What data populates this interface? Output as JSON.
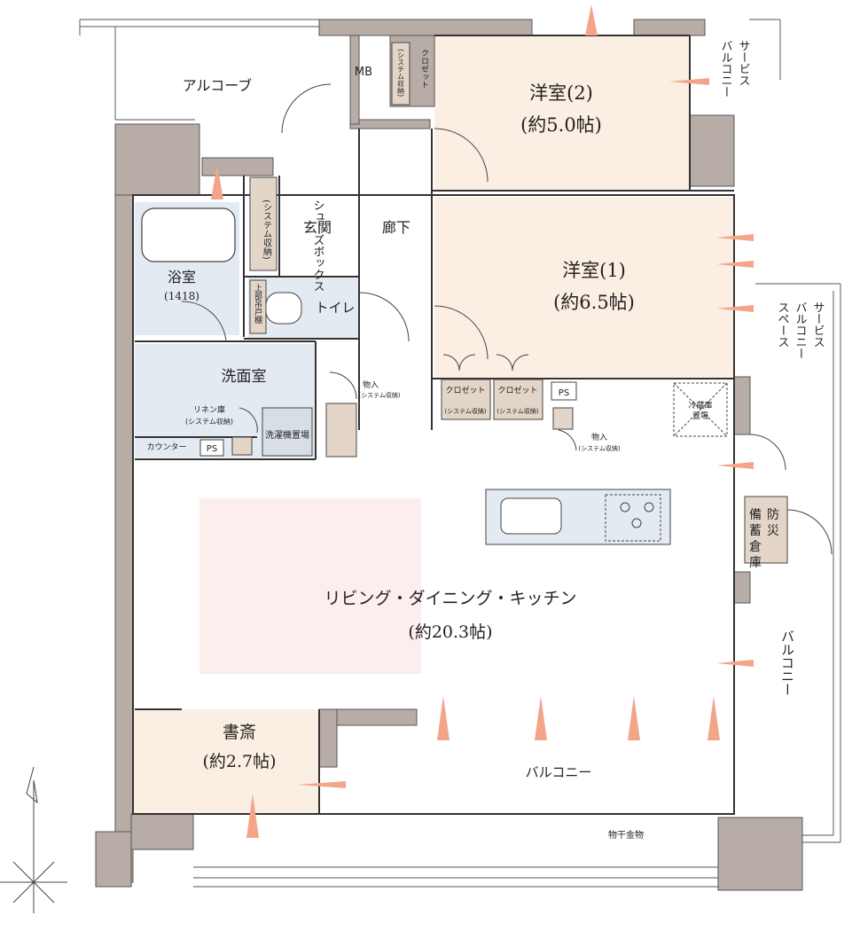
{
  "colors": {
    "wall": "#b7ada6",
    "bedroom": "#fbeee2",
    "wet_area": "#e3eaf2",
    "study": "#fbeee2",
    "rug": "#fbeeed",
    "closet": "#e3d6c9",
    "airflow_warm": "#f3a58a",
    "airflow_cool": "#7fc0d6"
  },
  "rooms": {
    "alcove": "アルコーブ",
    "mb": "MB",
    "closet_top": "クロゼット",
    "closet_top_sub": "(システム収納)",
    "western2_name": "洋室(2)",
    "western2_size": "(約5.0帖)",
    "service_balcony_top": [
      "サービス",
      "バルコニー"
    ],
    "shoes_box": [
      "シューズボックス",
      "(システム収納)"
    ],
    "entrance": "玄関",
    "corridor": "廊下",
    "bath_name": "浴室",
    "bath_size": "(1418)",
    "toilet": "トイレ",
    "toilet_cabinet": "上部吊戸棚",
    "western1_name": "洋室(1)",
    "western1_size": "(約6.5帖)",
    "service_balcony_space": [
      "サービス",
      "バルコニー",
      "スペース"
    ],
    "washroom": "洗面室",
    "linen": [
      "リネン庫",
      "(システム収納)"
    ],
    "laundry": "洗濯機置場",
    "counter": "カウンター",
    "ps": "PS",
    "storage_small": [
      "物入",
      "(システム収納)"
    ],
    "closet_a": [
      "クロゼット",
      "(システム収納)"
    ],
    "closet_b": [
      "クロゼット",
      "(システム収納)"
    ],
    "ps2": "PS",
    "fridge": [
      "冷蔵庫",
      "置場"
    ],
    "storage_kitchen": [
      "物入",
      "(システム収納)"
    ],
    "disaster_storage": [
      "備",
      "蓄",
      "倉",
      "庫"
    ],
    "disaster_storage2": [
      "防",
      "災"
    ],
    "ldk_name": "リビング・ダイニング・キッチン",
    "ldk_size": "(約20.3帖)",
    "balcony_side": "バルコニー",
    "study_name": "書斎",
    "study_size": "(約2.7帖)",
    "balcony_bottom": "バルコニー",
    "drying_rack": "物干金物"
  }
}
